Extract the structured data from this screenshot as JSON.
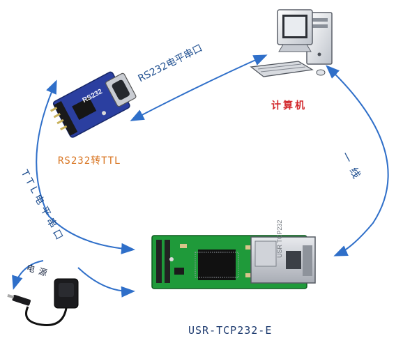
{
  "labels": {
    "computer": "计算机",
    "converter": "RS232转TTL",
    "device": "USR-TCP232-E",
    "rs232_link": "RS232电平串口",
    "ttl_link": "TTL电平串口",
    "net_link": "一线",
    "power": "电源"
  },
  "board": {
    "chip_name": "RS232",
    "jack_text": "USR TCP232"
  },
  "colors": {
    "arrow": "#2f6fc9",
    "board_green": "#1f9a3a",
    "converter_blue": "#2b3fa0",
    "label_orange": "#d8731f",
    "label_red": "#d2272b"
  }
}
